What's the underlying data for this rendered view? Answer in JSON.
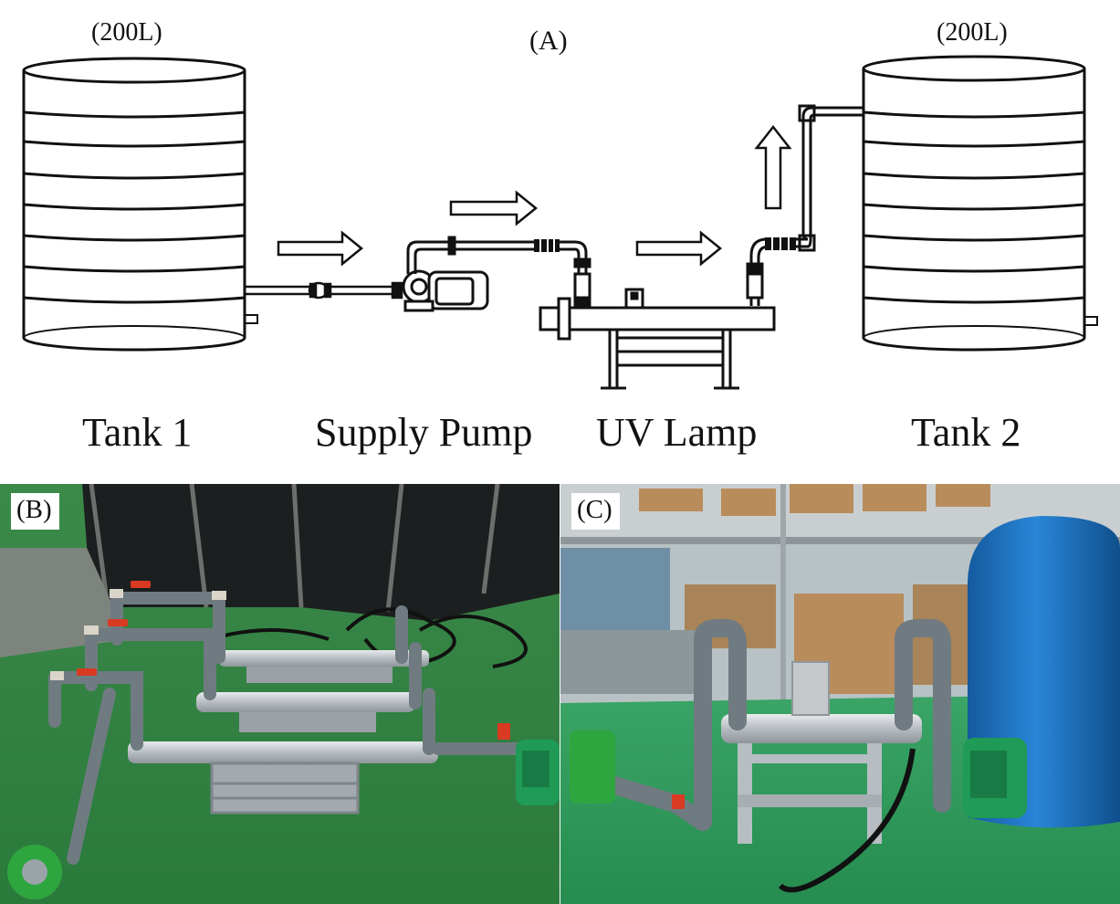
{
  "panel_a": {
    "label": "(A)",
    "tank1": {
      "capacity": "(200L)",
      "name": "Tank 1"
    },
    "tank2": {
      "capacity": "(200L)",
      "name": "Tank 2"
    },
    "pump": {
      "name": "Supply Pump"
    },
    "uv": {
      "name": "UV Lamp"
    }
  },
  "panel_b": {
    "label": "(B)"
  },
  "panel_c": {
    "label": "(C)"
  },
  "colors": {
    "line": "#111111",
    "floor_green": "#2f8a45",
    "wall_dark": "#1c1f1f",
    "tank_blue": "#1f74c6",
    "pipe_grey": "#6f7b80",
    "steel": "#c9cdd1",
    "pump_green": "#1f9a57",
    "valve_red": "#d83a22",
    "box_brown": "#b98c5c",
    "warehouse_bg": "#b8c2c4"
  }
}
